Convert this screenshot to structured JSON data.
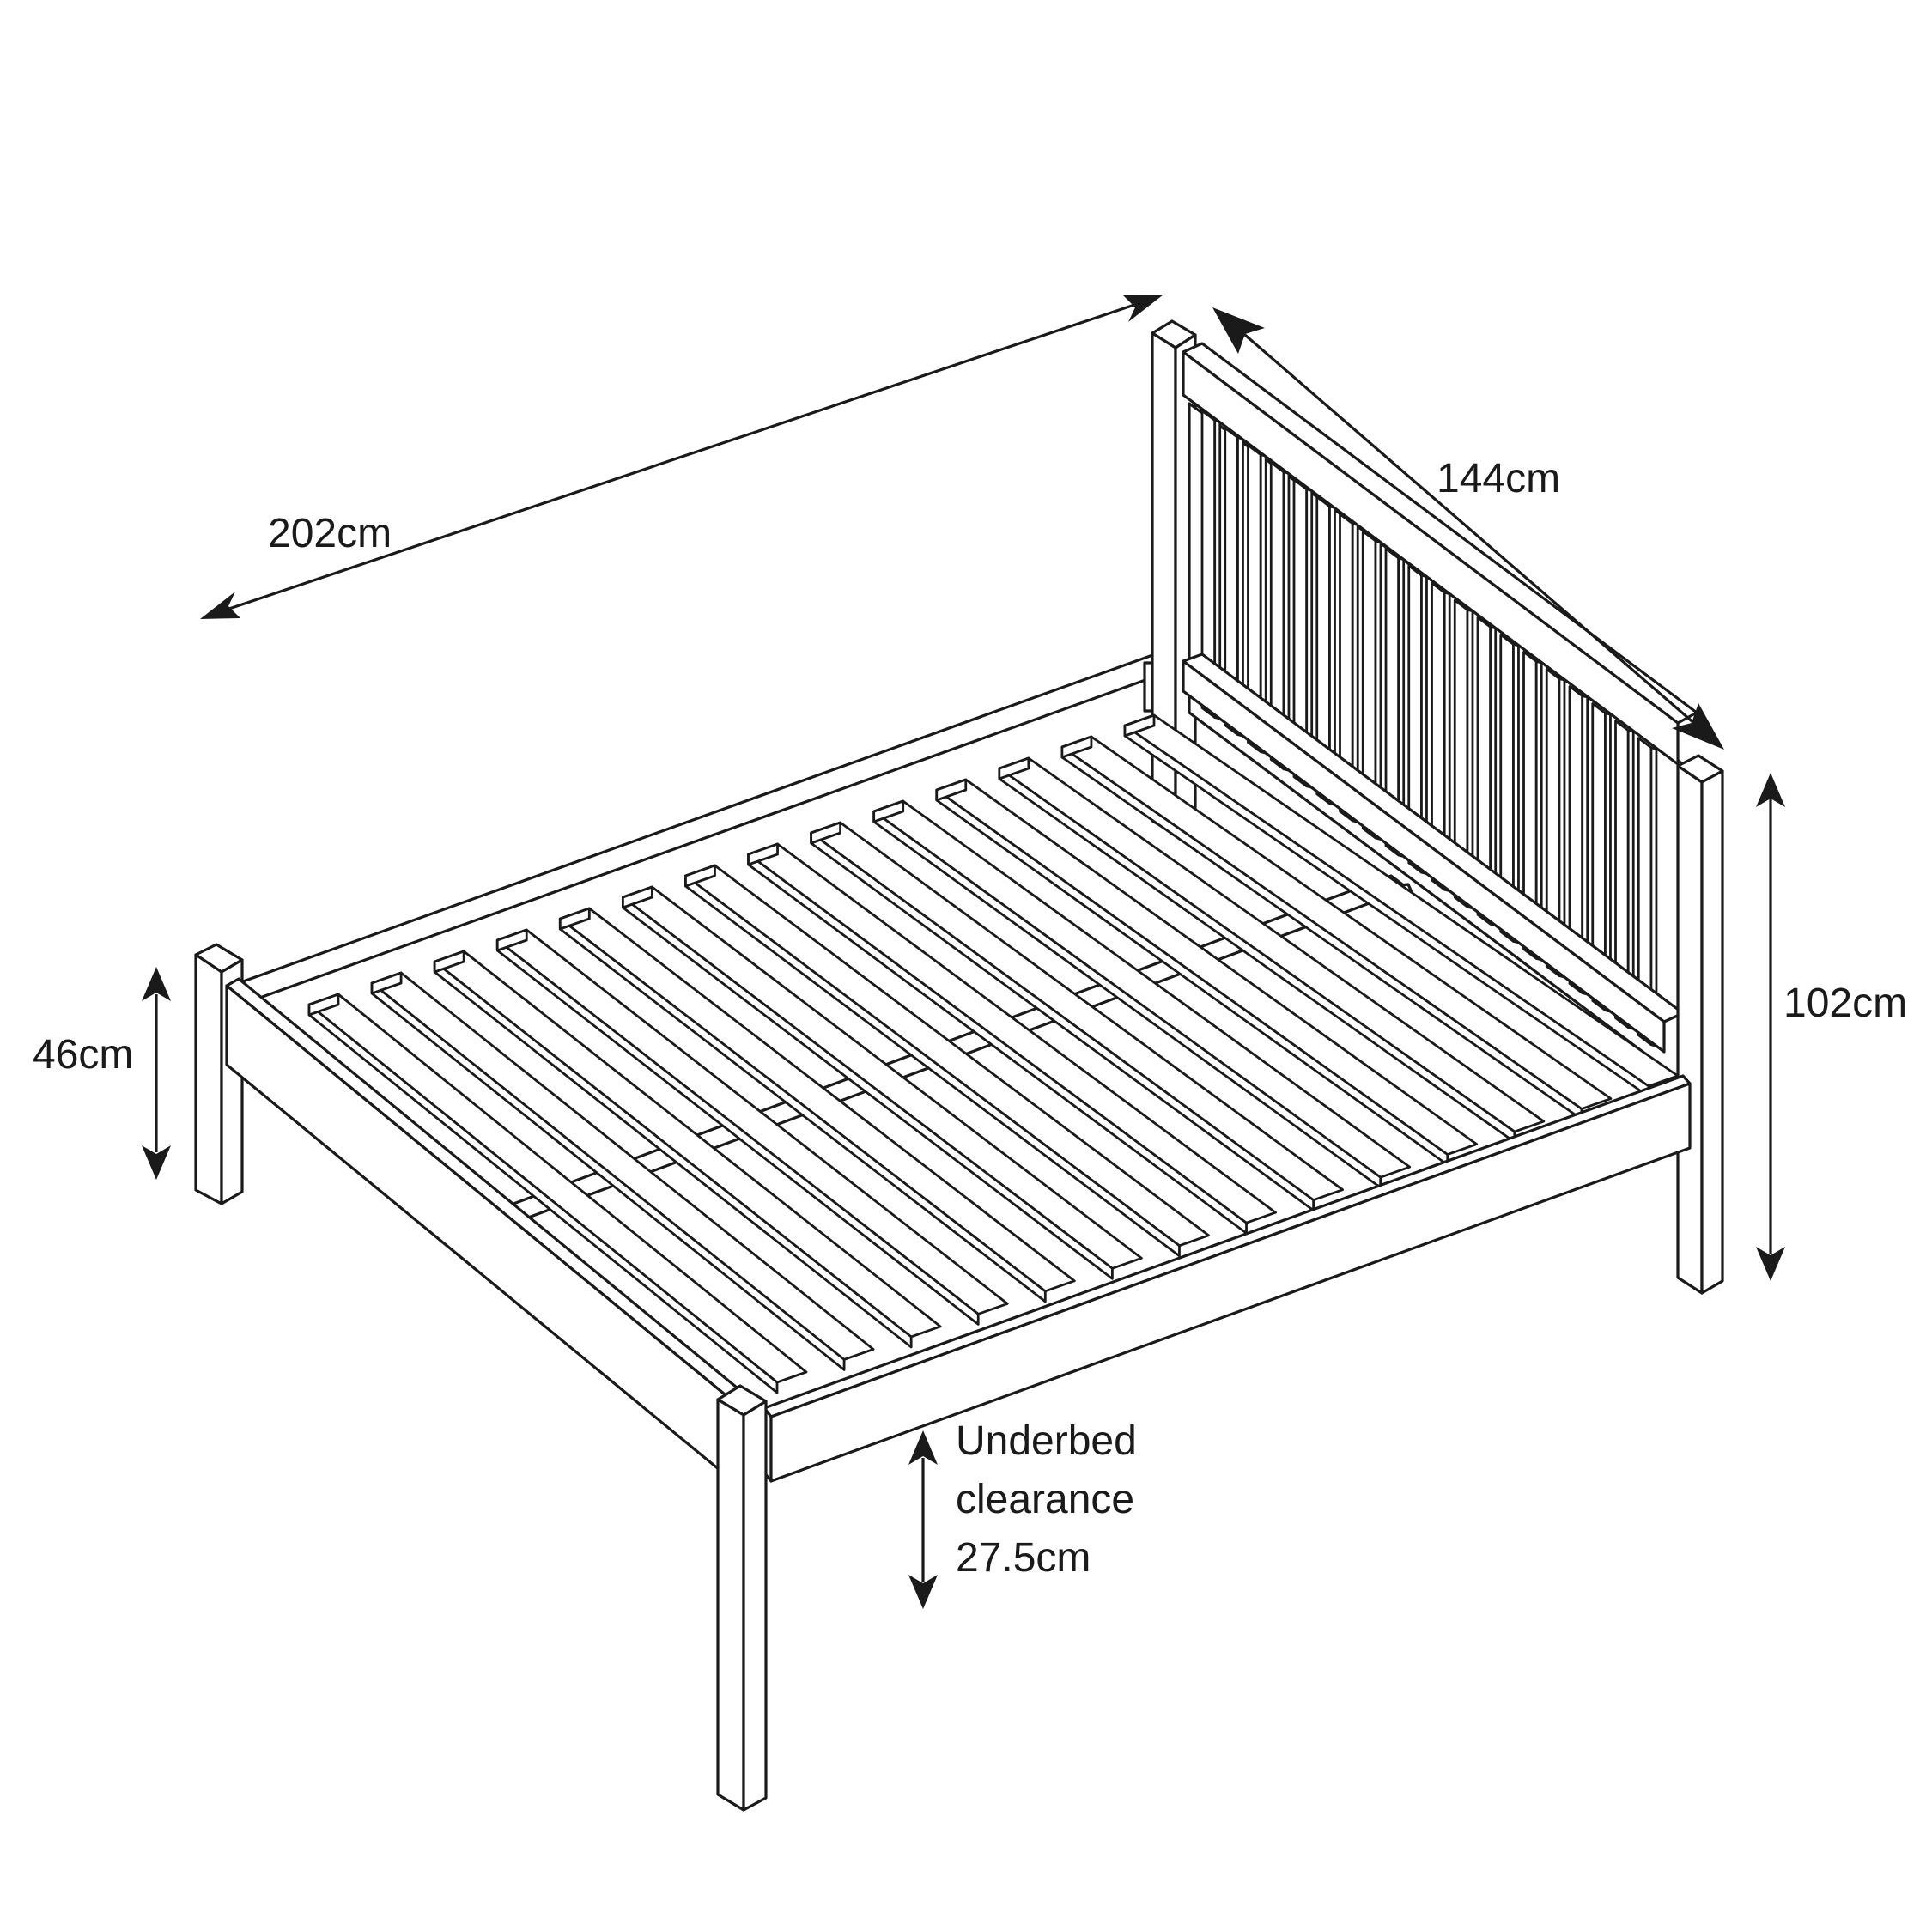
{
  "dimensions": {
    "length": "202cm",
    "width": "144cm",
    "headboard_height": "102cm",
    "footboard_height": "46cm",
    "underbed_clearance": {
      "line1": "Underbed",
      "line2": "clearance",
      "line3": "27.5cm"
    }
  },
  "slat_count": 14,
  "headboard_spindle_count": 20
}
